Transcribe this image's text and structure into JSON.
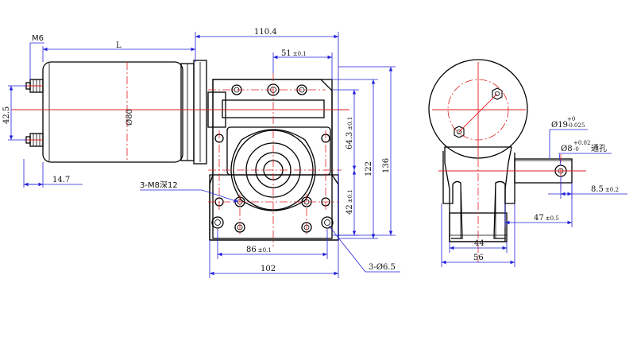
{
  "dimensions": {
    "thread": "M6",
    "length": "L",
    "overall_width": "110.4",
    "bolt_spacing_top": "51",
    "bolt_spacing_top_tol": "±0.1",
    "motor_diameter": "Ø80",
    "terminal_spacing": "42.5",
    "terminal_offset": "14.7",
    "vertical_643": "64.3",
    "vertical_643_tol": "±0.1",
    "vertical_42": "42",
    "vertical_42_tol": "±0.1",
    "height_122": "122",
    "height_136": "136",
    "tapped_holes": "3-M8深12",
    "bolt_spacing_bottom": "86",
    "bolt_spacing_bottom_tol": "±0.1",
    "base_width": "102",
    "through_holes": "3-Ø6.5",
    "shaft_diameter": "Ø19",
    "shaft_diameter_tol_upper": "+0",
    "shaft_diameter_tol_lower": "-0.025",
    "cross_hole": "Ø8",
    "cross_hole_tol_upper": "+0.02",
    "cross_hole_tol_lower": "-0",
    "cross_hole_note": "通孔",
    "hole_offset": "8.5",
    "hole_offset_tol": "±0.2",
    "shaft_length": "47",
    "shaft_length_tol": "±0.5",
    "side_width_44": "44",
    "side_width_56": "56"
  },
  "colors": {
    "outline": "#000000",
    "dimension": "#2222dd",
    "centerline": "#e02020"
  }
}
